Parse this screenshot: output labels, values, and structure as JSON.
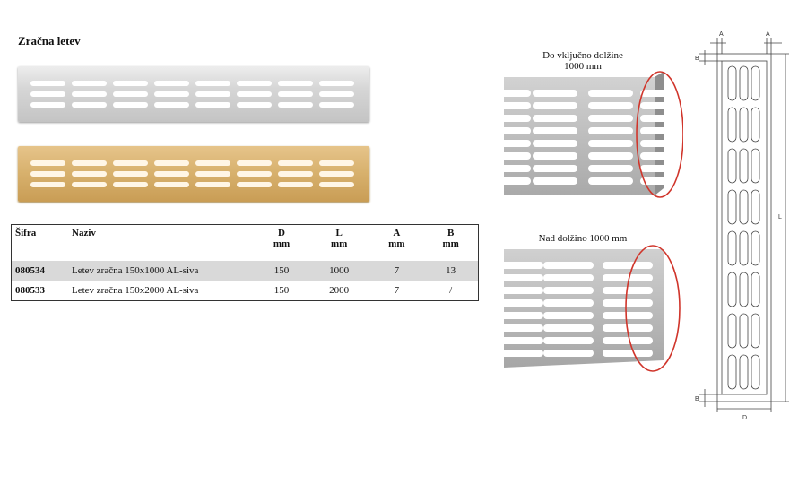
{
  "title": "Zračna letev",
  "table": {
    "headers": [
      {
        "line1": "Šifra",
        "line2": ""
      },
      {
        "line1": "Naziv",
        "line2": ""
      },
      {
        "line1": "D",
        "line2": "mm"
      },
      {
        "line1": "L",
        "line2": "mm"
      },
      {
        "line1": "A",
        "line2": "mm"
      },
      {
        "line1": "B",
        "line2": "mm"
      }
    ],
    "rows": [
      {
        "code": "080534",
        "name": "Letev zračna 150x1000 AL-siva",
        "d": "150",
        "l": "1000",
        "a": "7",
        "b": "13"
      },
      {
        "code": "080533",
        "name": "Letev zračna 150x2000 AL-siva",
        "d": "150",
        "l": "2000",
        "a": "7",
        "b": "/"
      }
    ]
  },
  "captions": {
    "upto_line1": "Do vključno dolžine",
    "upto_line2": "1000 mm",
    "over": "Nad dolžino 1000 mm"
  },
  "diagram": {
    "labels": {
      "a_left": "A",
      "a_right": "A",
      "b_top": "B",
      "b_bottom": "B",
      "l": "L",
      "d": "D"
    }
  },
  "colors": {
    "silver": "#cfcfcf",
    "gold": "#d6ad67",
    "highlight_ring": "#d0352b"
  }
}
